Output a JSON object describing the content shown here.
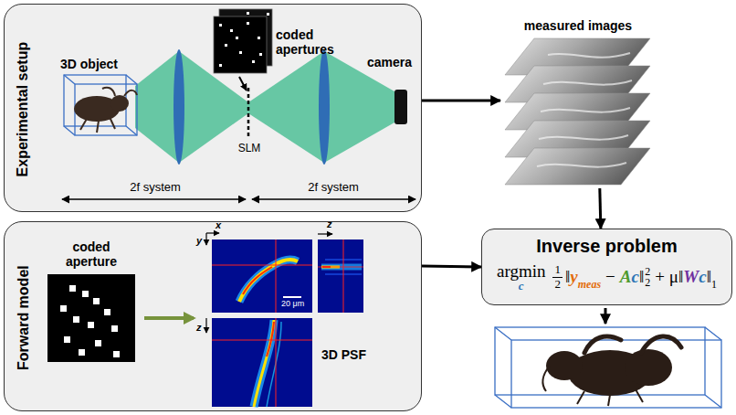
{
  "diagram": {
    "nodes": [
      {
        "text": [
          "Experimental setup"
        ]
      },
      {
        "text": [
          "measured images"
        ]
      },
      {
        "text": [
          "Forward model"
        ]
      },
      {
        "text": [
          "Inverse problem",
          "argmin",
          "c",
          "1",
          "2",
          "‖",
          "y",
          "meas",
          "−",
          "A",
          "c",
          "‖",
          "2",
          "2",
          "+ μ‖",
          "W",
          "c",
          "‖",
          "1"
        ]
      }
    ],
    "edges": [
      {
        "from": 0,
        "to": 1,
        "arrow": "to"
      },
      {
        "from": 1,
        "to": 3,
        "arrow": "to"
      },
      {
        "from": 2,
        "to": 3,
        "arrow": "to"
      }
    ],
    "labels": [
      "3D object",
      "coded apertures",
      "SLM",
      "camera",
      "2f system",
      "2f system",
      "coded aperture",
      "x",
      "y",
      "z",
      "z",
      "20 μm",
      "3D PSF"
    ]
  }
}
